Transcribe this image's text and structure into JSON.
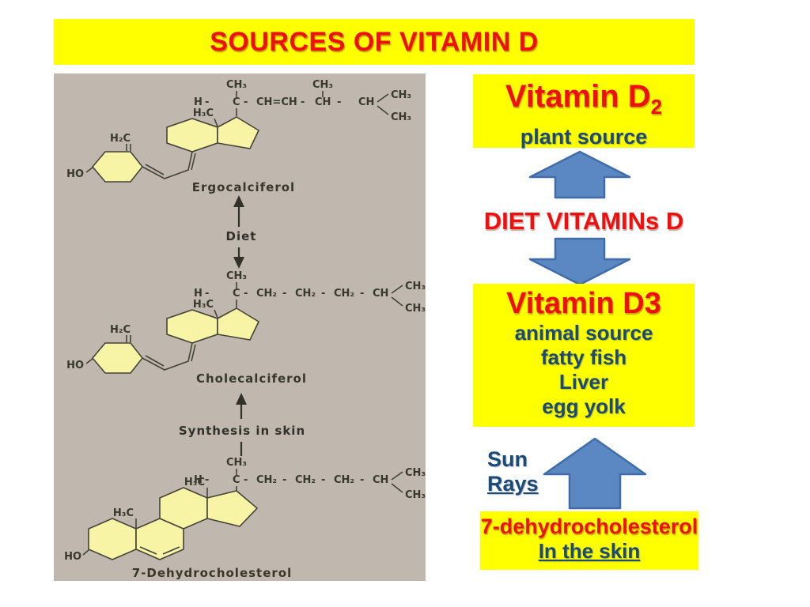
{
  "slide_title": "SOURCES OF VITAMIN D",
  "colors": {
    "highlight_yellow": "#ffff00",
    "accent_red": "#ee0f0f",
    "accent_blue": "#1c4a76",
    "arrow_fill": "#5b87c2",
    "arrow_border": "#3e6da8",
    "diagram_background": "#c0b8ae",
    "ring_fill": "#f8f4a6"
  },
  "flow": {
    "d2_box": {
      "title": "Vitamin D",
      "title_sub": "2",
      "subtitle": "plant source"
    },
    "diet_label": "DIET VITAMINs D",
    "d3_box": {
      "title": "Vitamin D3",
      "lines": [
        "animal source",
        "fatty fish",
        "Liver",
        "egg yolk"
      ]
    },
    "sun_line1": "Sun",
    "sun_line2": "Rays",
    "skin_box": {
      "title": "7-dehydrocholesterol",
      "subtitle": "In the skin"
    }
  },
  "diagram": {
    "structures": {
      "top": "Ergocalciferol",
      "middle": "Cholecalciferol",
      "bottom": "7-Dehydrocholesterol"
    },
    "process_labels": {
      "diet": "Diet",
      "synthesis": "Synthesis in skin"
    },
    "chem": {
      "h": "H",
      "c": "C",
      "dash": "-",
      "ch": "CH",
      "ch_double": "CH=CH",
      "ch2": "CH₂",
      "ch3": "CH₃",
      "h3c": "H₃C",
      "h2c": "H₂C",
      "ho": "HO"
    }
  }
}
